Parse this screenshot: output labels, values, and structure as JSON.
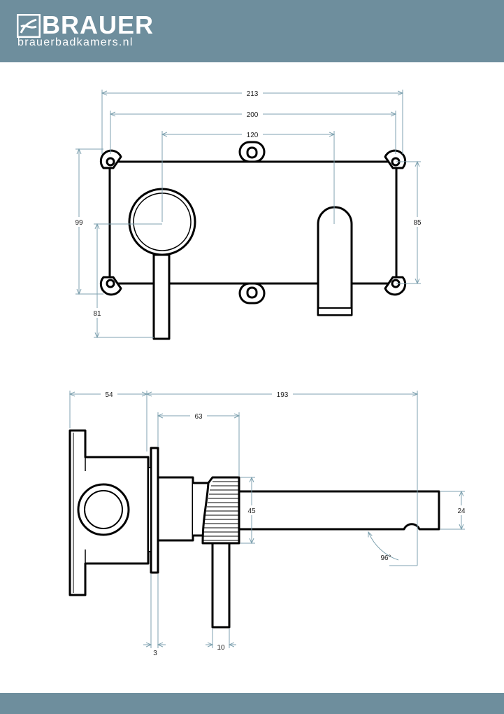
{
  "brand": {
    "name": "BRAUER",
    "website": "brauerbadkamers.nl"
  },
  "colors": {
    "accent": "#6e8e9d",
    "dimension_line": "#7fa2b0",
    "outline": "#000000"
  },
  "front_view": {
    "dimensions": {
      "overall_width": "213",
      "mount_spacing": "200",
      "handle_to_spout": "120",
      "overall_height": "99",
      "lever_length": "81",
      "plate_height": "85"
    }
  },
  "side_view": {
    "dimensions": {
      "wall_depth": "54",
      "projection": "193",
      "plate_to_handle": "63",
      "handle_diameter": "45",
      "spout_thickness": "24",
      "spout_angle": "96°",
      "plate_thickness": "3",
      "lever_diameter": "10"
    }
  }
}
